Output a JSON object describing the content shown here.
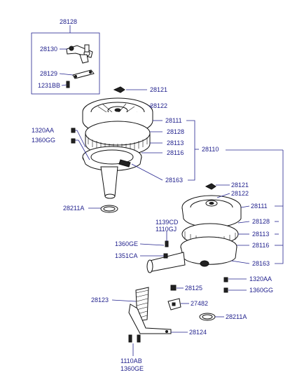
{
  "labels": {
    "l28128_top": "28128",
    "l28130": "28130",
    "l28129": "28129",
    "l1231BB": "1231BB",
    "l28121_a": "28121",
    "l28122_a": "28122",
    "l1320AA_a": "1320AA",
    "l1360GG_a": "1360GG",
    "l28111_a": "28111",
    "l28128_a": "28128",
    "l28113_a": "28113",
    "l28116_a": "28116",
    "l28110": "28110",
    "l28163_a": "28163",
    "l28211A_a": "28211A",
    "l28121_b": "28121",
    "l28122_b": "28122",
    "l28111_b": "28111",
    "l1139CD": "1139CD",
    "l1110GJ": "1110GJ",
    "l28128_b": "28128",
    "l1360GE": "1360GE",
    "l28113_b": "28113",
    "l28116_b": "28116",
    "l1351CA": "1351CA",
    "l28163_b": "28163",
    "l1320AA_b": "1320AA",
    "l28125": "28125",
    "l1360GG_b": "1360GG",
    "l28123": "28123",
    "l27482": "27482",
    "l28211A_b": "28211A",
    "l28124": "28124",
    "l1110AB": "1110AB",
    "l1360GE_b": "1360GE"
  }
}
